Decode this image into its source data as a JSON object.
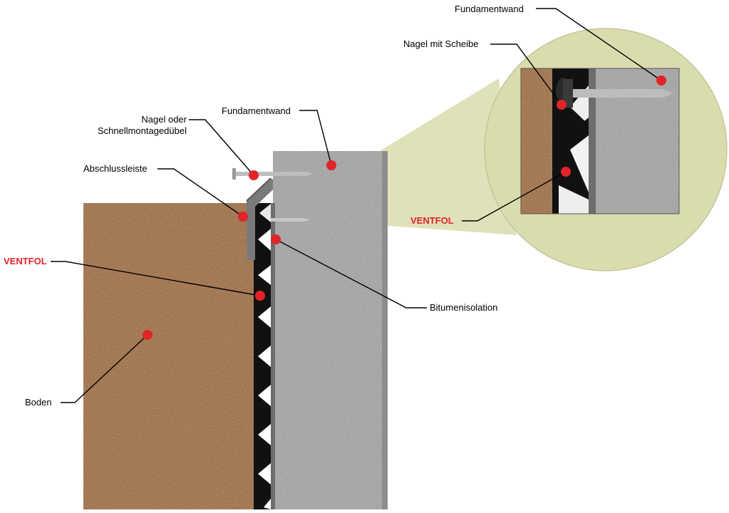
{
  "labels": {
    "fundamentwand_zoom": "Fundamentwand",
    "nagel_mit_scheibe": "Nagel mit Scheibe",
    "fundamentwand_main": "Fundamentwand",
    "nagel_oder_line1": "Nagel oder",
    "nagel_oder_line2": "Schnellmontagedübel",
    "abschlussleiste": "Abschlussleiste",
    "ventfol_main": "VENTFOL",
    "ventfol_zoom": "VENTFOL",
    "bitumenisolation": "Bitumenisolation",
    "boden": "Boden"
  },
  "colors": {
    "accent_red": "#e0242a",
    "soil": "#8a5a35",
    "concrete": "#a3a3a3",
    "membrane": "#111111",
    "magnifier": "#dadcae"
  }
}
